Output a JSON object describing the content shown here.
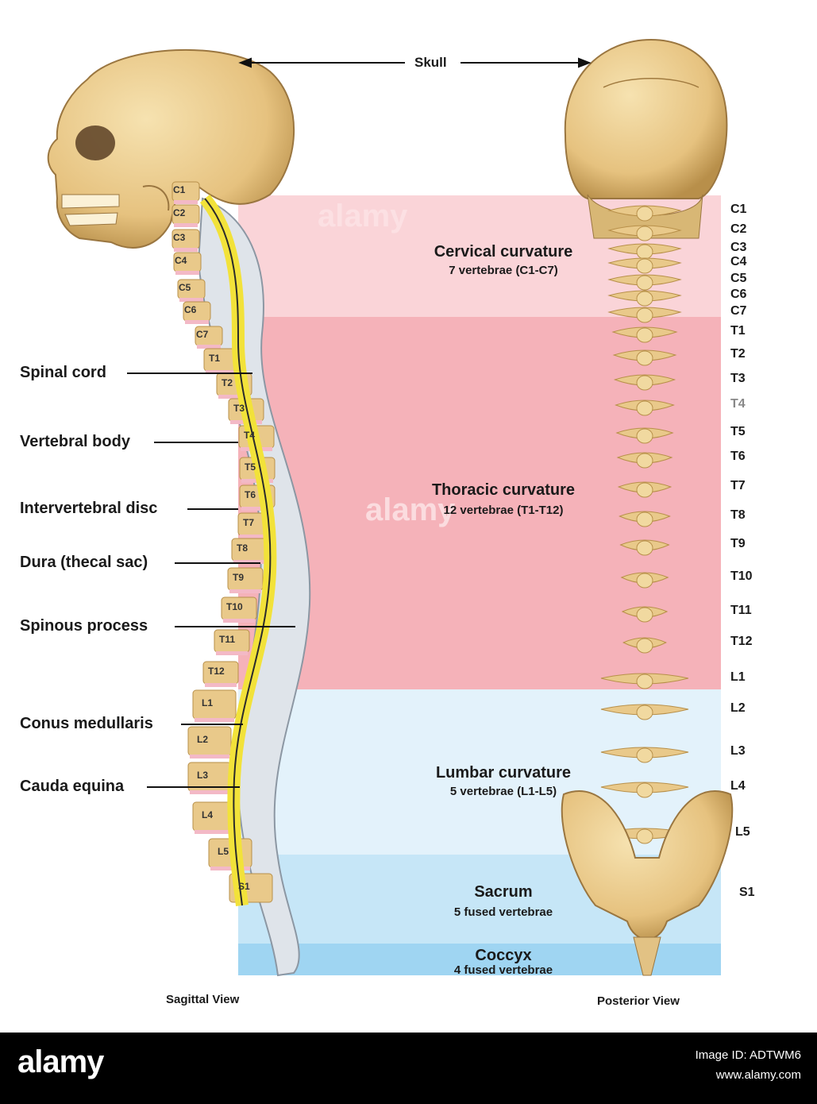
{
  "diagram": {
    "top_label": "Skull",
    "left_labels": [
      "Spinal cord",
      "Vertebral body",
      "Intervertebral disc",
      "Dura (thecal sac)",
      "Spinous process",
      "Conus medullaris",
      "Cauda equina"
    ],
    "sections": [
      {
        "title": "Cervical curvature",
        "subtitle": "7 vertebrae (C1-C7)",
        "color": "#fad4d8"
      },
      {
        "title": "Thoracic curvature",
        "subtitle": "12 vertebrae (T1-T12)",
        "color": "#f5b2b9"
      },
      {
        "title": "Lumbar curvature",
        "subtitle": "5 vertebrae (L1-L5)",
        "color": "#e3f2fb"
      },
      {
        "title": "Sacrum",
        "subtitle": "5 fused vertebrae",
        "color": "#c6e6f7"
      },
      {
        "title": "Coccyx",
        "subtitle": "4 fused vertebrae",
        "color": "#9fd5f2"
      }
    ],
    "sagittal_vertebrae": [
      "C1",
      "C2",
      "C3",
      "C4",
      "C5",
      "C6",
      "C7",
      "T1",
      "T2",
      "T3",
      "T4",
      "T5",
      "T6",
      "T7",
      "T8",
      "T9",
      "T10",
      "T11",
      "T12",
      "L1",
      "L2",
      "L3",
      "L4",
      "L5",
      "S1"
    ],
    "posterior_vertebrae": [
      "C1",
      "C2",
      "C3",
      "C4",
      "C5",
      "C6",
      "C7",
      "T1",
      "T2",
      "T3",
      "T4",
      "T5",
      "T6",
      "T7",
      "T8",
      "T9",
      "T10",
      "T11",
      "T12",
      "L1",
      "L2",
      "L3",
      "L4",
      "L5",
      "S1"
    ],
    "view_left": "Sagittal View",
    "view_right": "Posterior View"
  },
  "footer": {
    "brand": "alamy",
    "image_id": "Image ID: ADTWM6",
    "site": "www.alamy.com"
  },
  "watermark": "alamy",
  "colors": {
    "bone": "#e9c98a",
    "bone_dark": "#b8904a",
    "cord": "#f2e23a",
    "disc": "#f3b9c6"
  }
}
